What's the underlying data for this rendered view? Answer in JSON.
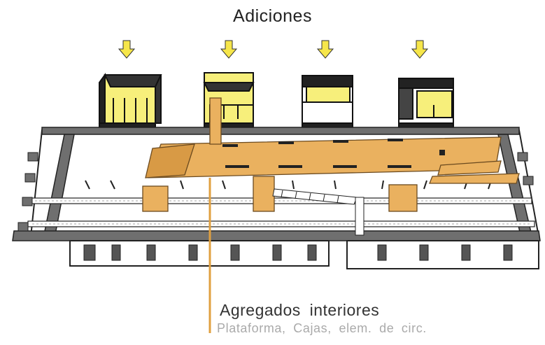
{
  "diagram": {
    "title": "Adiciones",
    "interior_label": "Agregados interiores",
    "interior_sublabel": "Plataforma, Cajas, elem. de circ.",
    "colors": {
      "addition_fill": "#f7ef7b",
      "interior_fill": "#eab15f",
      "arrow_fill": "#f6e64a",
      "outline": "#111111",
      "wall_gray": "#6f6f6f",
      "leader_line": "#e0a040"
    }
  }
}
